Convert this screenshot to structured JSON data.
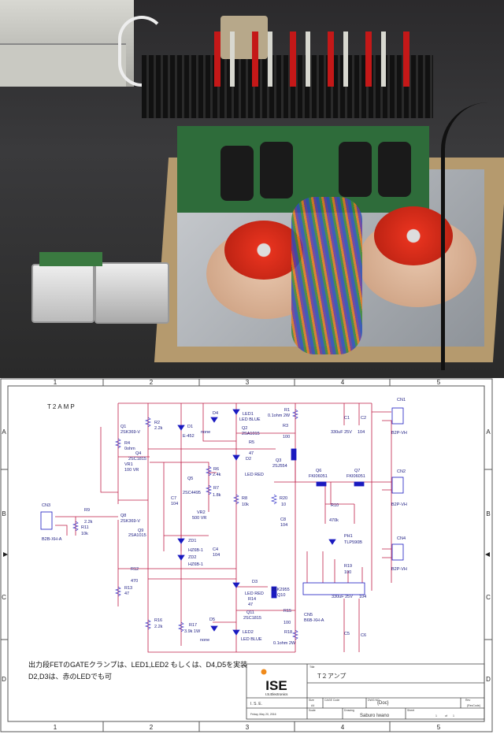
{
  "schematic": {
    "heading": "T2AMP",
    "columns": [
      "1",
      "2",
      "3",
      "4",
      "5"
    ],
    "rows": [
      "A",
      "B",
      "C",
      "D"
    ],
    "notes": [
      "出力段FETのGATEクランプは、LED1,LED2 もしくは、D4,D5を実装",
      "D2,D3は、赤のLEDでも可"
    ],
    "components": [
      {
        "ref": "Q1",
        "value": "2SK369-V"
      },
      {
        "ref": "R4",
        "value": "0ohm"
      },
      {
        "ref": "Q4",
        "value": "2SC1815"
      },
      {
        "ref": "VR1",
        "value": "100 VR"
      },
      {
        "ref": "R2",
        "value": "2.2k"
      },
      {
        "ref": "D1",
        "value": "E-452"
      },
      {
        "ref": "D4",
        "value": "none"
      },
      {
        "ref": "LED1",
        "value": "LED BLUE"
      },
      {
        "ref": "Q2",
        "value": "2SA1015"
      },
      {
        "ref": "R5",
        "value": "47"
      },
      {
        "ref": "D2",
        "value": "LED RED"
      },
      {
        "ref": "R1",
        "value": "0.1ohm 2W"
      },
      {
        "ref": "R3",
        "value": "100"
      },
      {
        "ref": "Q3",
        "value": "2SJ554"
      },
      {
        "ref": "Q5",
        "value": "2SC4495"
      },
      {
        "ref": "R6",
        "value": "2.4k"
      },
      {
        "ref": "R7",
        "value": "1.8k"
      },
      {
        "ref": "C7",
        "value": "104"
      },
      {
        "ref": "R8",
        "value": "10k"
      },
      {
        "ref": "VR2",
        "value": "500 VR"
      },
      {
        "ref": "C1",
        "value": "330uF 25V"
      },
      {
        "ref": "C2",
        "value": "104"
      },
      {
        "ref": "CN1",
        "value": "B2P-VH"
      },
      {
        "ref": "Q6",
        "value": "FKI06051"
      },
      {
        "ref": "Q7",
        "value": "FKI06051"
      },
      {
        "ref": "CN2",
        "value": "B2P-VH"
      },
      {
        "ref": "R20",
        "value": "10"
      },
      {
        "ref": "R10",
        "value": "470k"
      },
      {
        "ref": "C8",
        "value": "104"
      },
      {
        "ref": "PH1",
        "value": "TLP590B"
      },
      {
        "ref": "CN4",
        "value": "B2P-VH"
      },
      {
        "ref": "R19",
        "value": "100"
      },
      {
        "ref": "CN3",
        "value": "B2B-XH-A"
      },
      {
        "ref": "R9",
        "value": "2.2k"
      },
      {
        "ref": "R11",
        "value": "10k"
      },
      {
        "ref": "Q8",
        "value": "2SK369-V"
      },
      {
        "ref": "Q9",
        "value": "2SA1015"
      },
      {
        "ref": "ZD1",
        "value": "HZ6B-1"
      },
      {
        "ref": "ZD2",
        "value": "HZ6B-1"
      },
      {
        "ref": "C4",
        "value": "104"
      },
      {
        "ref": "R12",
        "value": "470"
      },
      {
        "ref": "R13",
        "value": "47"
      },
      {
        "ref": "D3",
        "value": "LED RED"
      },
      {
        "ref": "Q10",
        "value": "2SK2955"
      },
      {
        "ref": "R14",
        "value": "47"
      },
      {
        "ref": "Q11",
        "value": "2SC1815"
      },
      {
        "ref": "R15",
        "value": "100"
      },
      {
        "ref": "CN5",
        "value": "B6B-XH-A"
      },
      {
        "ref": "C5",
        "value": "330uF 25V"
      },
      {
        "ref": "C6",
        "value": "104"
      },
      {
        "ref": "R16",
        "value": "2.2k"
      },
      {
        "ref": "R17",
        "value": "3.9k 1W"
      },
      {
        "ref": "D5",
        "value": "none"
      },
      {
        "ref": "LED2",
        "value": "LED BLUE"
      },
      {
        "ref": "R18",
        "value": "0.1ohm 2W"
      }
    ],
    "title_block": {
      "logo": "ISE",
      "logo_sub": "I.S.Electronics",
      "title_label": "Title",
      "title": "T２アンプ",
      "company": "I. S. E.",
      "date": "Friday, May 20, 2016",
      "size_label": "Size",
      "size": "A4",
      "cage_label": "CAGE Code",
      "dwg_label": "DWG NO",
      "dwg": "{Doc}",
      "rev_label": "Rev",
      "rev": "{RevCode}",
      "scale_label": "Scale",
      "drawing_label": "Drawing",
      "drawing": "Saburo Iwano",
      "sheet_label": "Sheet",
      "sheet": "1",
      "of_label": "of",
      "sheet_total": "1"
    },
    "colors": {
      "wire": "#c0204a",
      "part": "#1a1ac0",
      "frame": "#333333"
    }
  }
}
